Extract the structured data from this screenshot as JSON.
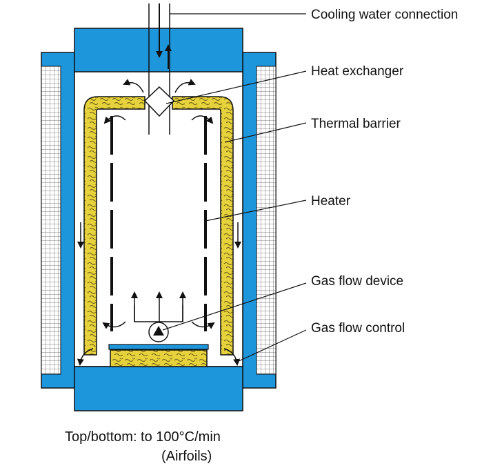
{
  "labels": {
    "cooling_water": "Cooling water connection",
    "heat_exchanger": "Heat exchanger",
    "thermal_barrier": "Thermal barrier",
    "heater": "Heater",
    "gas_flow_device": "Gas flow device",
    "gas_flow_control": "Gas flow control"
  },
  "caption": {
    "line1": "Top/bottom: to 100°C/min",
    "line2": "(Airfoils)"
  },
  "colors": {
    "steel_blue": "#1e96dc",
    "insulation_yellow": "#e6d23c",
    "outline": "#111111",
    "grid": "#555555"
  }
}
